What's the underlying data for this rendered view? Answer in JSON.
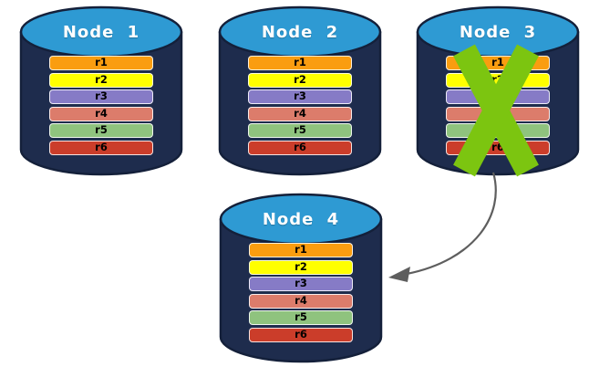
{
  "diagram": {
    "nodes": [
      {
        "label": "Node 1",
        "crossed_out": false,
        "rows": [
          {
            "label": "r1",
            "color": "#FA9D10"
          },
          {
            "label": "r2",
            "color": "#FFFF00"
          },
          {
            "label": "r3",
            "color": "#867BC6"
          },
          {
            "label": "r4",
            "color": "#DC7C6B"
          },
          {
            "label": "r5",
            "color": "#8FC37E"
          },
          {
            "label": "r6",
            "color": "#CB3D2A"
          }
        ]
      },
      {
        "label": "Node 2",
        "crossed_out": false,
        "rows": [
          {
            "label": "r1",
            "color": "#FA9D10"
          },
          {
            "label": "r2",
            "color": "#FFFF00"
          },
          {
            "label": "r3",
            "color": "#867BC6"
          },
          {
            "label": "r4",
            "color": "#DC7C6B"
          },
          {
            "label": "r5",
            "color": "#8FC37E"
          },
          {
            "label": "r6",
            "color": "#CB3D2A"
          }
        ]
      },
      {
        "label": "Node 3",
        "crossed_out": true,
        "rows": [
          {
            "label": "r1",
            "color": "#FA9D10"
          },
          {
            "label": "r2",
            "color": "#FFFF00"
          },
          {
            "label": "r3",
            "color": "#867BC6"
          },
          {
            "label": "r4",
            "color": "#DC7C6B"
          },
          {
            "label": "r5",
            "color": "#8FC37E"
          },
          {
            "label": "r6",
            "color": "#CB3D2A"
          }
        ]
      },
      {
        "label": "Node 4",
        "crossed_out": false,
        "rows": [
          {
            "label": "r1",
            "color": "#FA9D10"
          },
          {
            "label": "r2",
            "color": "#FFFF00"
          },
          {
            "label": "r3",
            "color": "#867BC6"
          },
          {
            "label": "r4",
            "color": "#DC7C6B"
          },
          {
            "label": "r5",
            "color": "#8FC37E"
          },
          {
            "label": "r6",
            "color": "#CB3D2A"
          }
        ]
      }
    ],
    "colors": {
      "background": "#FFFFFF",
      "cylinder_body": "#1E2C4D",
      "cylinder_top": "#2E9AD3",
      "cylinder_outline": "#14203A",
      "node_label_text": "#FFFFFF",
      "row_label_text": "#000000",
      "failure_x": "#7CC510",
      "arrow": "#5E5E5E"
    },
    "icons": {
      "failure_x": "x-mark",
      "arrow": "curved-arrow"
    }
  }
}
